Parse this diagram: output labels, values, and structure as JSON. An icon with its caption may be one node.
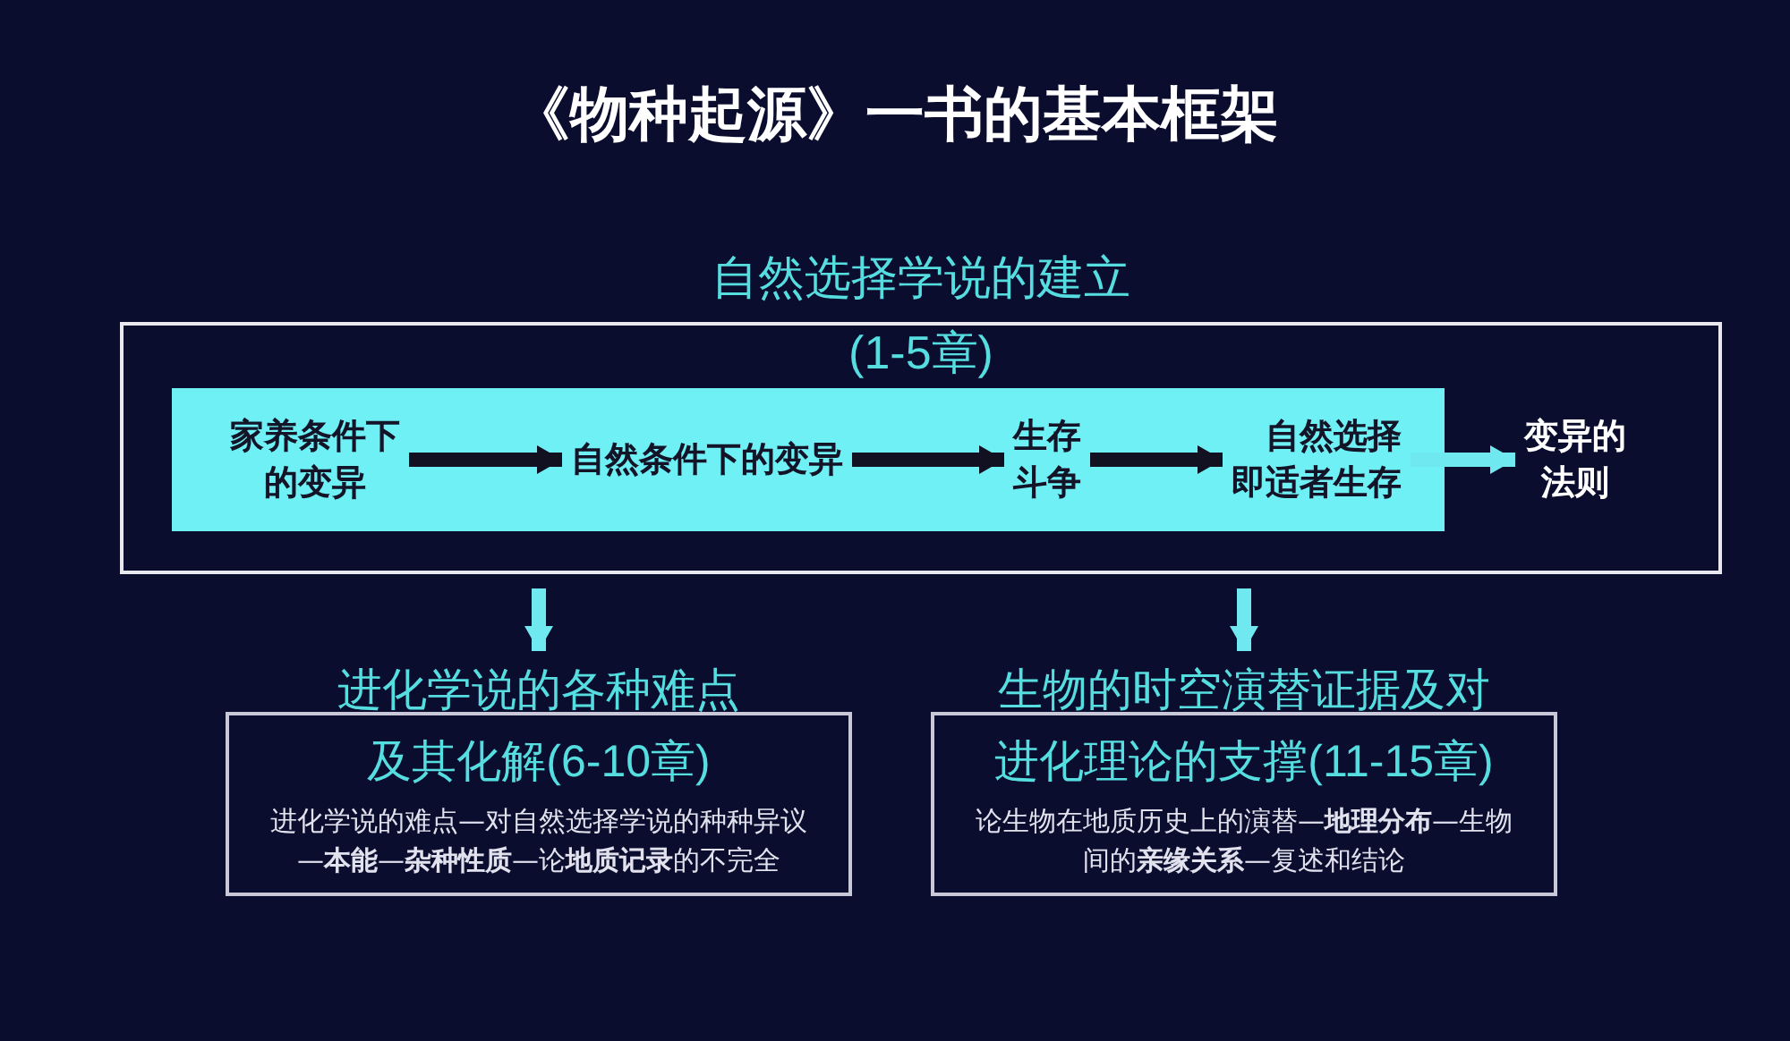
{
  "diagram": {
    "title": "《物种起源》一书的基本框架",
    "nodes": [
      {
        "text": [
          "自然选择学说的建立(1-5章)"
        ]
      },
      {
        "text": [],
        "shape": "bar",
        "in": 0
      },
      {
        "text": [
          "家养条件下的变异"
        ],
        "in": 1
      },
      {
        "text": [
          "自然条件下的变异"
        ],
        "in": 1
      },
      {
        "text": [
          "生存斗争"
        ],
        "in": 1
      },
      {
        "text": [
          "自然选择即适者生存"
        ],
        "in": 1
      },
      {
        "text": [
          "变异的法则"
        ],
        "in": 0
      },
      {
        "text": [
          "进化学说的各种难点及其化解(6-10章)",
          "进化学说的难点—对自然选择学说的种种异议—**本能**—**杂种性质**—论**地质记录**的不完全"
        ]
      },
      {
        "text": [
          "生物的时空演替证据及对进化理论的支撑(11-15章)",
          "论生物在地质历史上的演替—**地理分布**—生物间的**亲缘关系**—复述和结论"
        ]
      }
    ],
    "edges": [
      {
        "from": 2,
        "to": 3,
        "arrow": "to",
        "color": "#111122"
      },
      {
        "from": 3,
        "to": 4,
        "arrow": "to",
        "color": "#111122"
      },
      {
        "from": 4,
        "to": 5,
        "arrow": "to",
        "color": "#111122"
      },
      {
        "from": 5,
        "to": 6,
        "arrow": "to",
        "color": "#6fe8f0"
      },
      {
        "from": 0,
        "to": 7,
        "arrow": "to",
        "color": "#6fe8f0"
      },
      {
        "from": 0,
        "to": 8,
        "arrow": "to",
        "color": "#6fe8f0"
      }
    ]
  }
}
